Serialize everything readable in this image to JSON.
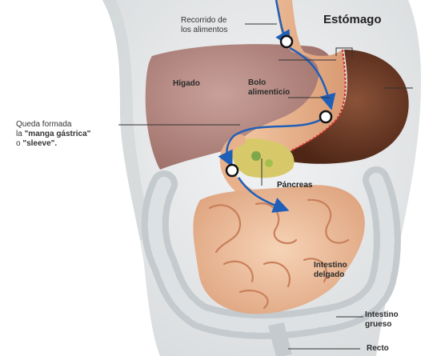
{
  "labels": {
    "recorrido_line1": "Recorrido de",
    "recorrido_line2": "los alimentos",
    "estomago": "Estómago",
    "higado": "Hígado",
    "bolo_line1": "Bolo",
    "bolo_line2": "alimenticio",
    "queda_line1": "Queda formada",
    "queda_line2_prefix": "la ",
    "queda_line2_quote": "\"manga gástrica\"",
    "queda_line3_prefix": "o ",
    "queda_line3_quote": "\"sleeve\".",
    "pancreas": "Páncreas",
    "intestino_delgado_line1": "Intestino",
    "intestino_delgado_line2": "delgado",
    "intestino_grueso_line1": "Intestino",
    "intestino_grueso_line2": "grueso",
    "recto": "Recto"
  },
  "colors": {
    "body": "#e9ebec",
    "liver": "#b88a84",
    "stomach_sleeve": "#e8b18c",
    "stomach_removed": "#6b3a26",
    "pancreas": "#d7c96a",
    "small_intestine": "#f0c39f",
    "large_intestine": "#c9cfd3",
    "path_arrow": "#1f5fb8",
    "staple_line": "#d42a2a"
  }
}
